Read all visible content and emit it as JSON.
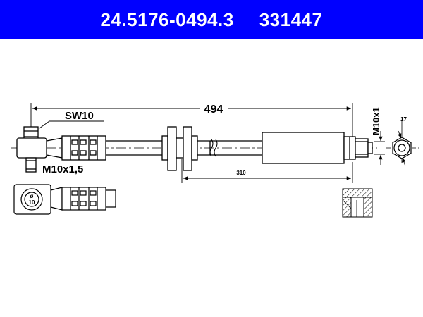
{
  "header": {
    "part_number": "24.5176-0494.3",
    "reference_number": "331447",
    "background_color": "#0000ff",
    "text_color": "#ffffff"
  },
  "drawing": {
    "total_length": "494",
    "partial_length": "310",
    "wrench_size": "SW10",
    "thread_left": "M10x1,5",
    "thread_right": "M10x1",
    "flange_size": "17",
    "banjo_diameter_symbol": "ø",
    "banjo_diameter_value": "10"
  }
}
